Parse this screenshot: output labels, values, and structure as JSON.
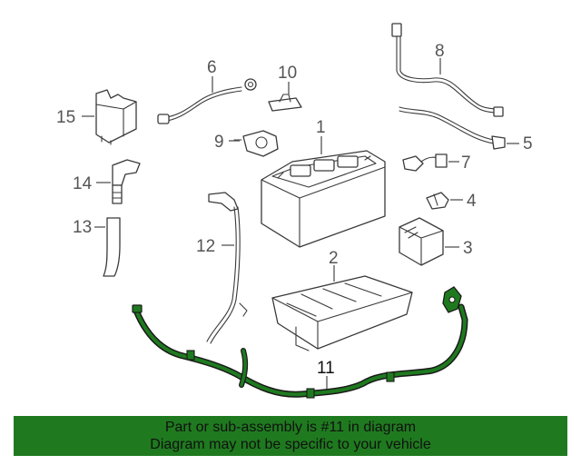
{
  "diagram": {
    "callouts": [
      {
        "num": "1"
      },
      {
        "num": "2"
      },
      {
        "num": "3"
      },
      {
        "num": "4"
      },
      {
        "num": "5"
      },
      {
        "num": "6"
      },
      {
        "num": "7"
      },
      {
        "num": "8"
      },
      {
        "num": "9"
      },
      {
        "num": "10"
      },
      {
        "num": "11"
      },
      {
        "num": "12"
      },
      {
        "num": "13"
      },
      {
        "num": "14"
      },
      {
        "num": "15"
      }
    ],
    "highlight_part": "11",
    "colors": {
      "highlight_green": "#1f7a1f",
      "line": "#3a3a3a",
      "callout_text": "#555555"
    }
  },
  "banner": {
    "line1": "Part or sub-assembly is #11 in diagram",
    "line2": "Diagram may not be specific to your vehicle"
  }
}
